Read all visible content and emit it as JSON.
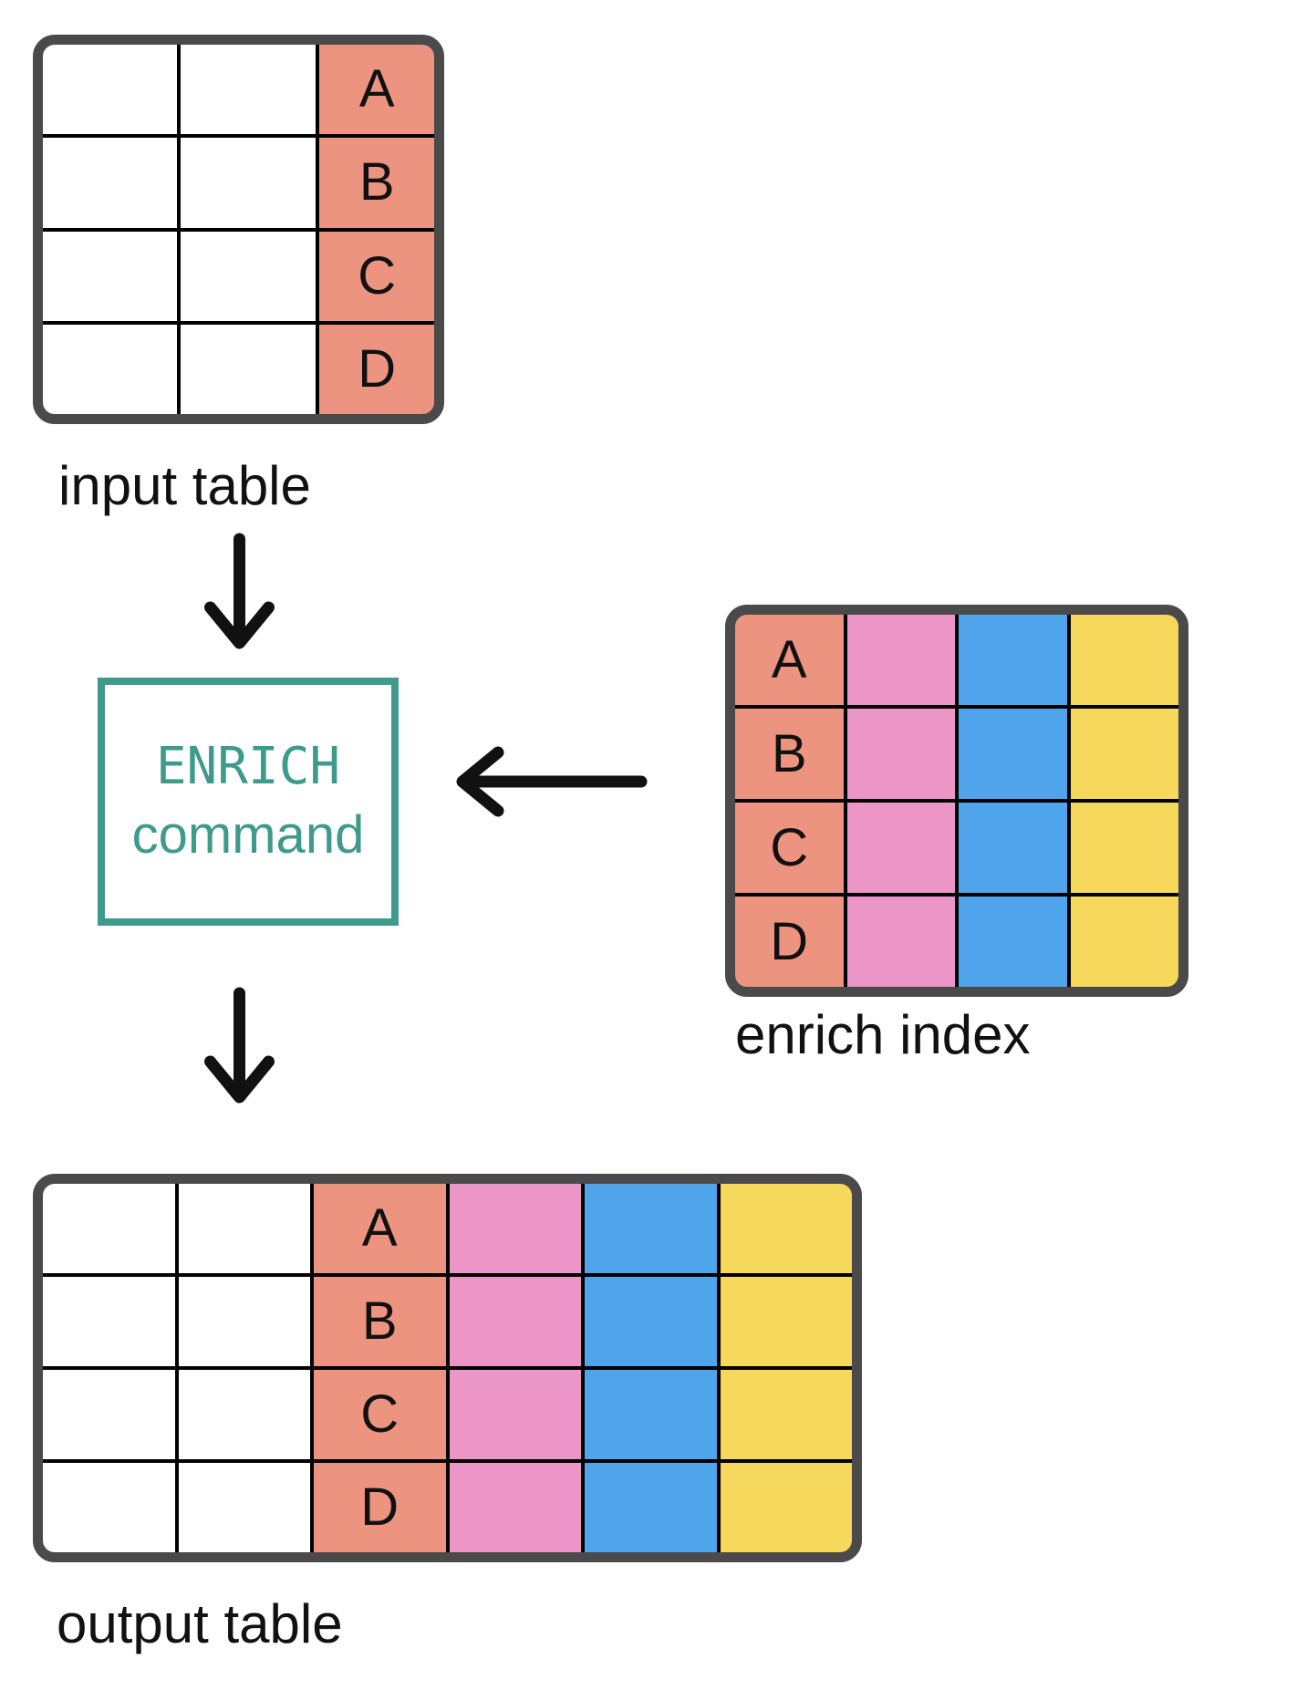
{
  "colors": {
    "key_column": "#EC9480",
    "enrich_col_1": "#EB96C6",
    "enrich_col_2": "#4FA4EC",
    "enrich_col_3": "#F6D95C",
    "table_frame": "#4A4A4A",
    "grid_line": "#000000",
    "accent_teal": "#3E9A8B",
    "arrow_black": "#111111"
  },
  "input_table": {
    "label": "input table",
    "key_letters": [
      "A",
      "B",
      "C",
      "D"
    ]
  },
  "enrich_index": {
    "label": "enrich index",
    "key_letters": [
      "A",
      "B",
      "C",
      "D"
    ]
  },
  "output_table": {
    "label": "output table",
    "key_letters": [
      "A",
      "B",
      "C",
      "D"
    ]
  },
  "command_box": {
    "line1": "ENRICH",
    "line2": "command"
  }
}
